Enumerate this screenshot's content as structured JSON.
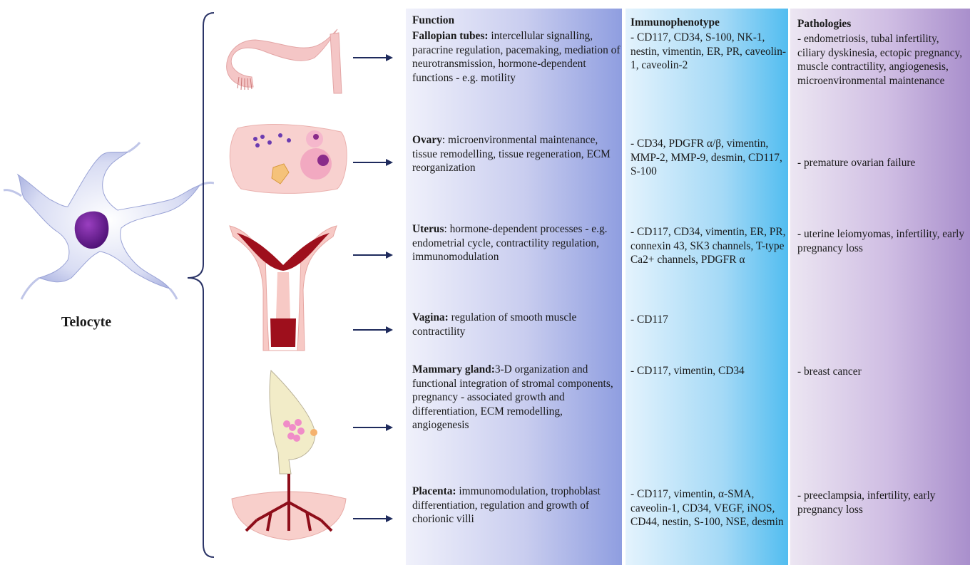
{
  "telocyte_label": "Telocyte",
  "headers": {
    "function": "Function",
    "immunophenotype": "Immunophenotype",
    "pathologies": "Pathologies"
  },
  "rows": [
    {
      "organ": "Fallopian tubes:",
      "function": " intercellular signalling, paracrine regulation, pacemaking, mediation of neurotransmission, hormone-dependent functions - e.g. motility",
      "immunophenotype": "- CD117, CD34, S-100, NK-1, nestin, vimentin, ER, PR, caveolin-1, caveolin-2",
      "pathologies": "- endometriosis, tubal infertility, ciliary dyskinesia, ectopic pregnancy, muscle contractility, angiogenesis, microenvironmental maintenance"
    },
    {
      "organ": "Ovary",
      "function": ": microenvironmental maintenance, tissue remodelling, tissue regeneration, ECM reorganization",
      "immunophenotype": "- CD34, PDGFR α/β, vimentin, MMP-2, MMP-9, desmin, CD117, S-100",
      "pathologies": "- premature ovarian failure"
    },
    {
      "organ": "Uterus",
      "function": ": hormone-dependent processes - e.g. endometrial cycle, contractility regulation, immunomodulation",
      "immunophenotype": "- CD117, CD34, vimentin, ER, PR, connexin 43, SK3 channels, T-type Ca2+ channels, PDGFR α",
      "pathologies": "- uterine leiomyomas, infertility, early pregnancy loss"
    },
    {
      "organ": "Vagina:",
      "function": " regulation of smooth muscle contractility",
      "immunophenotype": "- CD117",
      "pathologies": ""
    },
    {
      "organ": "Mammary gland:",
      "function": "3-D organization and functional integration of stromal components, pregnancy - associated growth and differentiation, ECM remodelling, angiogenesis",
      "immunophenotype": "- CD117, vimentin, CD34",
      "pathologies": "- breast cancer"
    },
    {
      "organ": "Placenta:",
      "function": " immunomodulation, trophoblast differentiation, regulation and growth of chorionic villi",
      "immunophenotype": "- CD117, vimentin, α-SMA, caveolin-1, CD34, VEGF, iNOS, CD44, nestin, S-100, NSE, desmin",
      "pathologies": "- preeclampsia, infertility, early pregnancy loss"
    }
  ]
}
